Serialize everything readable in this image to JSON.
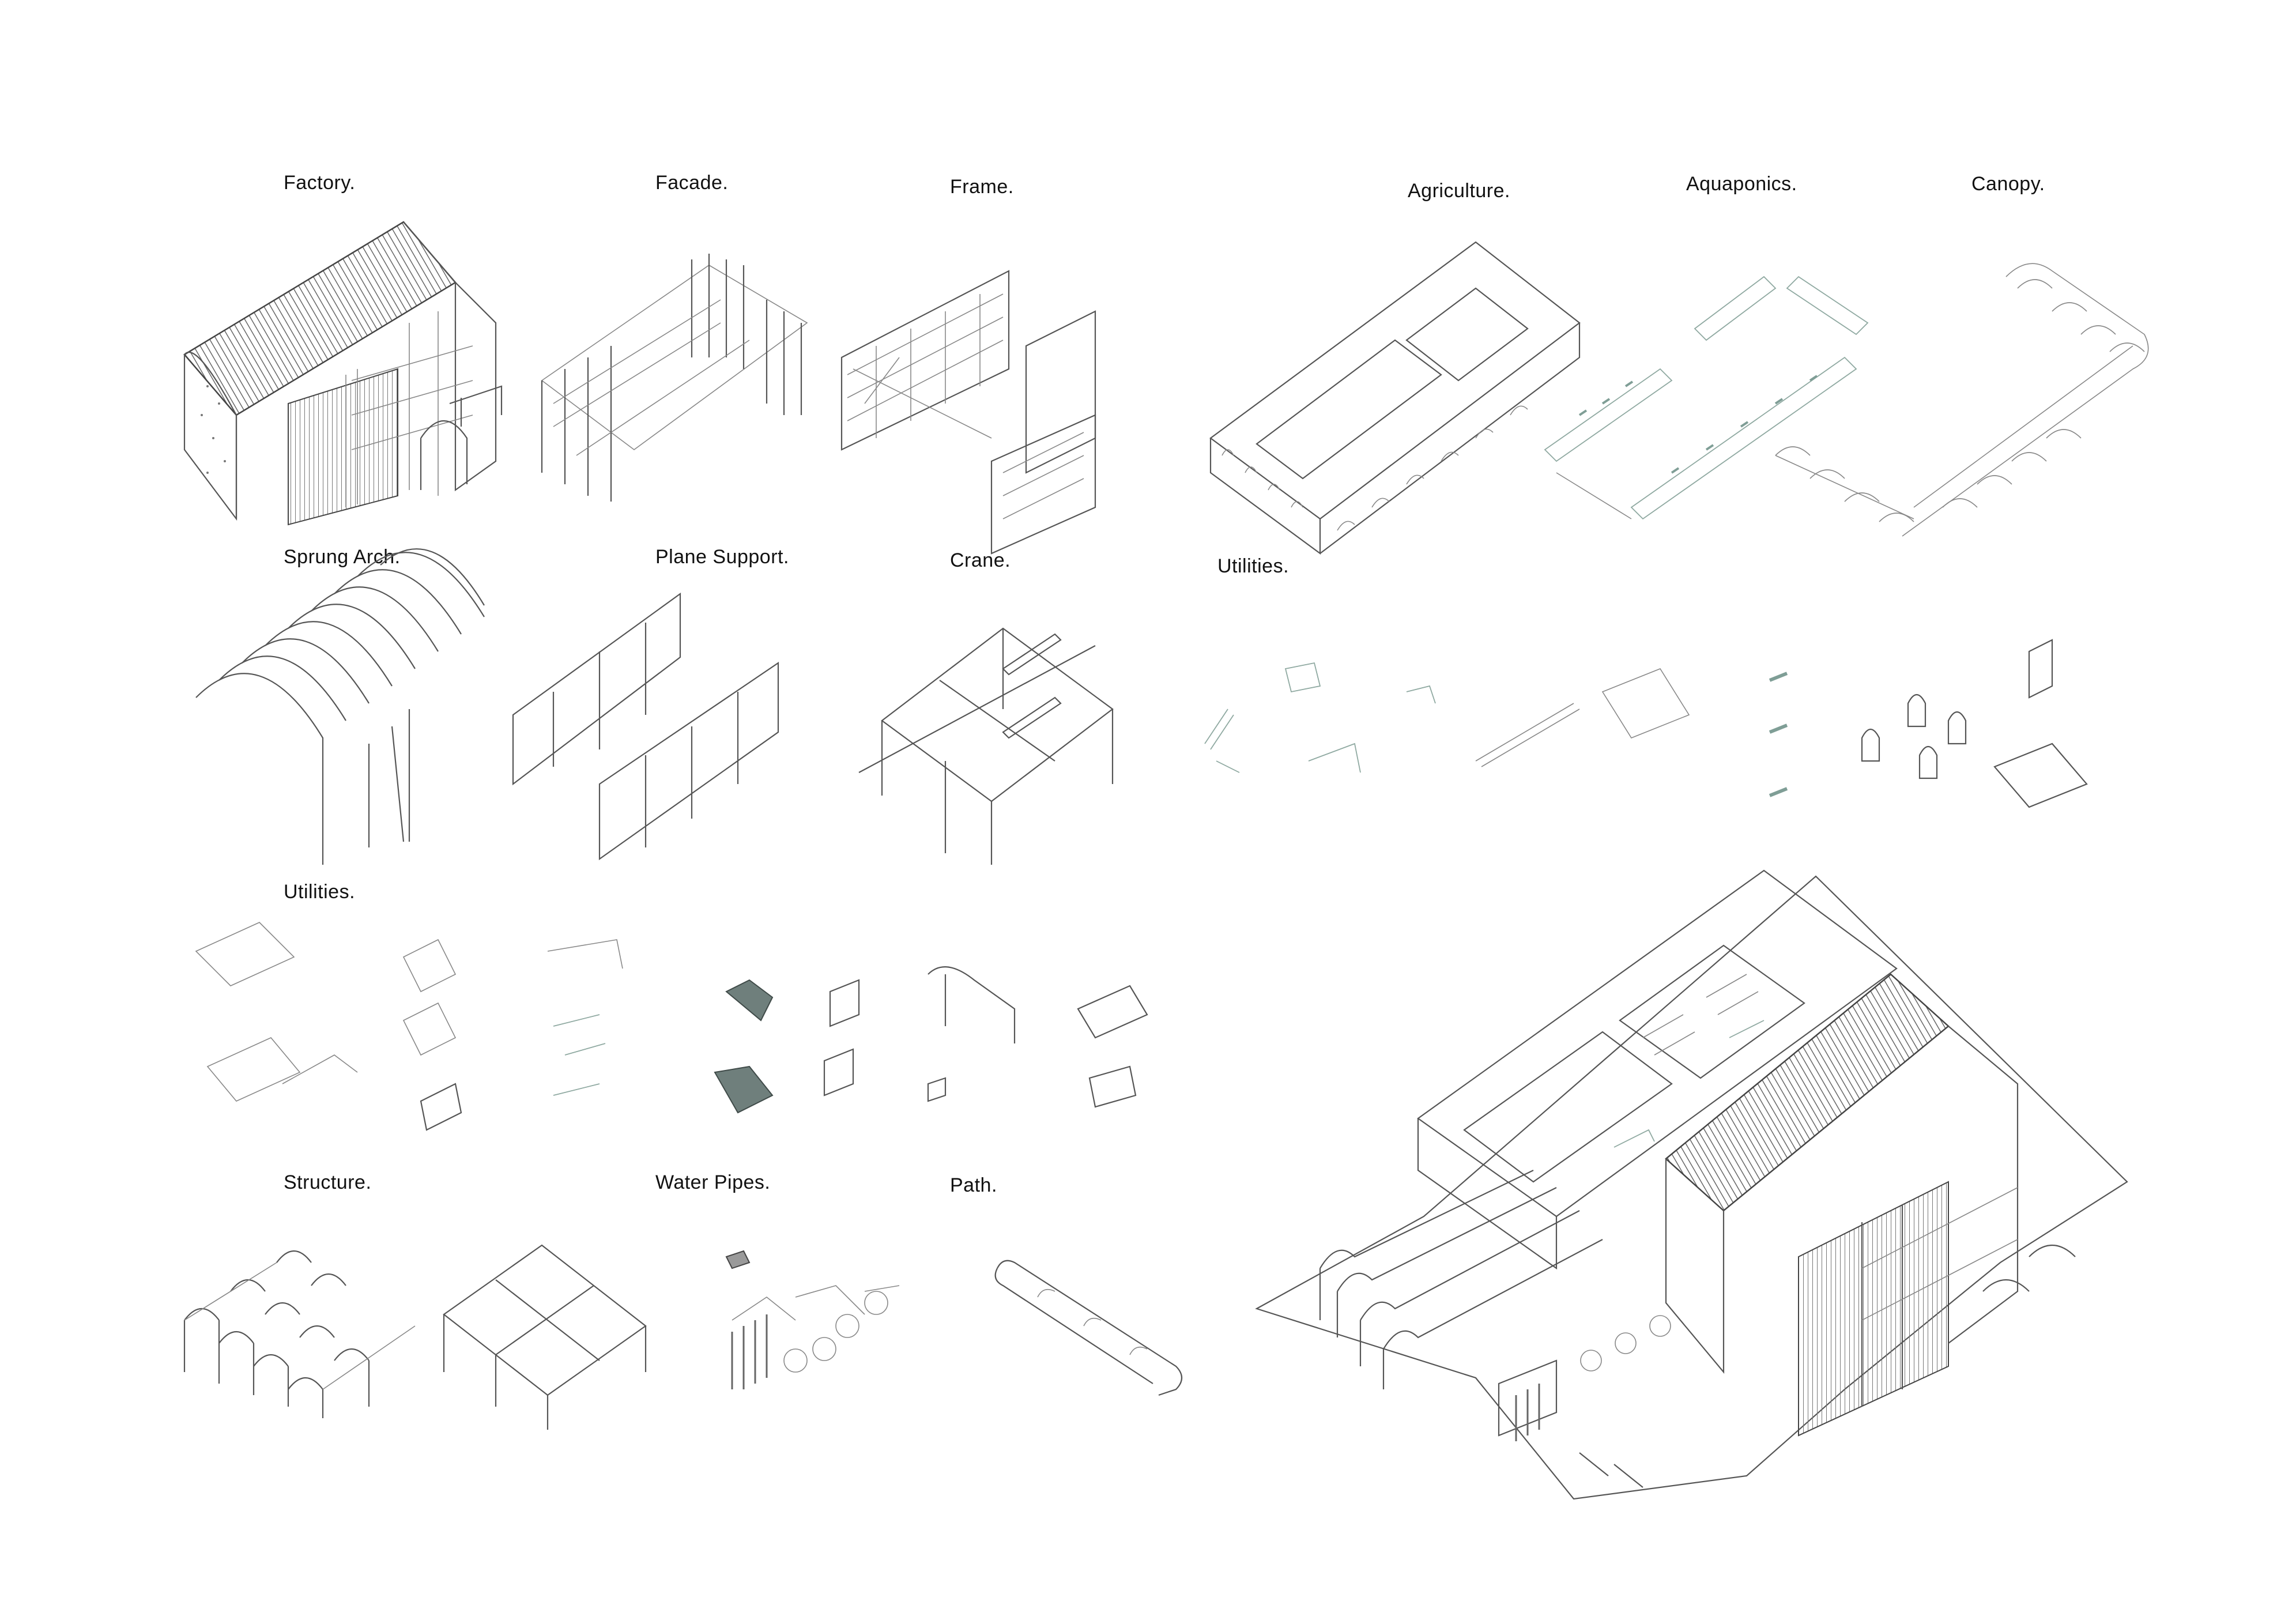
{
  "labels": {
    "factory": "Factory.",
    "facade": "Facade.",
    "frame": "Frame.",
    "agriculture": "Agriculture.",
    "aquaponics": "Aquaponics.",
    "canopy": "Canopy.",
    "sprung_arch": "Sprung Arch.",
    "plane_support": "Plane Support.",
    "crane": "Crane.",
    "utilities_1": "Utilities.",
    "utilities_2": "Utilities.",
    "structure": "Structure.",
    "water_pipes": "Water Pipes.",
    "path": "Path."
  }
}
